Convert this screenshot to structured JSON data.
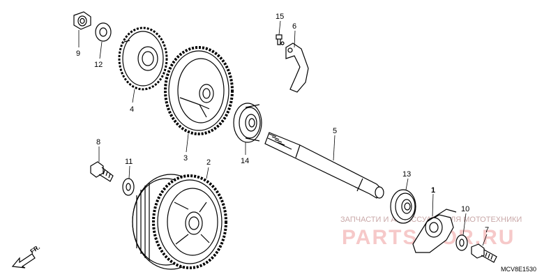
{
  "callouts": [
    {
      "id": "callout-9",
      "text": "9"
    },
    {
      "id": "callout-12",
      "text": "12"
    },
    {
      "id": "callout-4",
      "text": "4"
    },
    {
      "id": "callout-3",
      "text": "3"
    },
    {
      "id": "callout-14",
      "text": "14"
    },
    {
      "id": "callout-15",
      "text": "15"
    },
    {
      "id": "callout-6",
      "text": "6"
    },
    {
      "id": "callout-5",
      "text": "5"
    },
    {
      "id": "callout-8",
      "text": "8"
    },
    {
      "id": "callout-11",
      "text": "11"
    },
    {
      "id": "callout-2",
      "text": "2"
    },
    {
      "id": "callout-13",
      "text": "13"
    },
    {
      "id": "callout-1",
      "text": "1"
    },
    {
      "id": "callout-10",
      "text": "10"
    },
    {
      "id": "callout-7",
      "text": "7"
    }
  ],
  "direction_marker": "FR.",
  "diagram_code": "MCV8E1530",
  "watermark": {
    "top_line": "ЗАПЧАСТИ И АКСЕССУАРЫ ДЛЯ МОТОТЕХНИКИ",
    "brand": "PARTS-FOR.RU"
  },
  "colors": {
    "line": "#000000",
    "watermark_brand": "#f6c9c9",
    "watermark_text": "#c9a8a8"
  }
}
